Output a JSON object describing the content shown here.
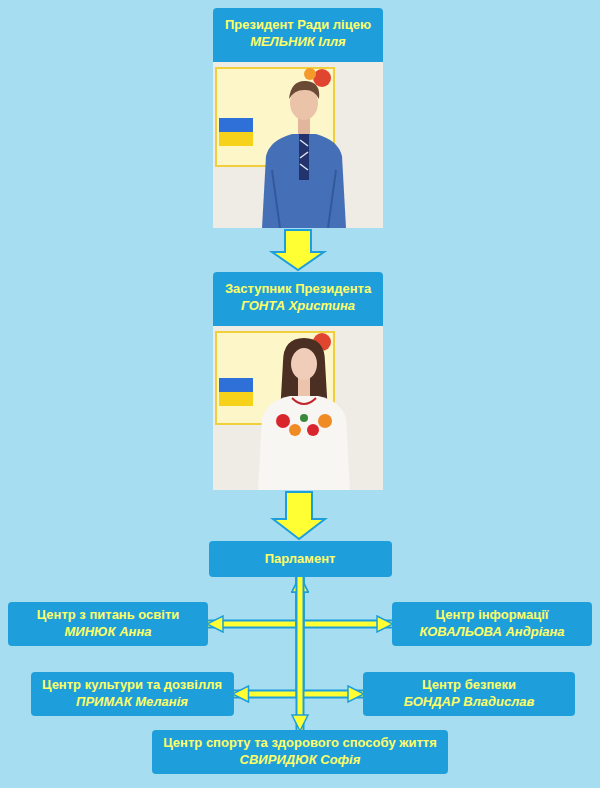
{
  "diagram": {
    "nodes": [
      {
        "text": [
          "Президент Ради ліцею",
          "МЕЛЬНИК Ілля"
        ]
      },
      {
        "text": [
          "Заступник Президента",
          "ГОНТА Христина"
        ]
      },
      {
        "text": [
          "Парламент"
        ]
      },
      {
        "text": [
          "Центр з питань освіти",
          "МИНЮК Анна"
        ]
      },
      {
        "text": [
          "Центр інформації",
          "КОВАЛЬОВА Андріана"
        ]
      },
      {
        "text": [
          "Центр культури та дозвілля",
          "ПРИМАК Меланія"
        ]
      },
      {
        "text": [
          "Центр безпеки",
          "БОНДАР Владислав"
        ]
      },
      {
        "text": [
          "Центр спорту та здорового способу життя",
          "СВИРИДЮК Софія"
        ]
      }
    ],
    "edges": [
      {
        "from": 0,
        "to": 1,
        "arrow": "to"
      },
      {
        "from": 1,
        "to": 2,
        "arrow": "to"
      },
      {
        "from": 2,
        "to": 3,
        "arrow": "both"
      },
      {
        "from": 2,
        "to": 4,
        "arrow": "both"
      },
      {
        "from": 2,
        "to": 5,
        "arrow": "both"
      },
      {
        "from": 2,
        "to": 6,
        "arrow": "both"
      },
      {
        "from": 2,
        "to": 7,
        "arrow": "to"
      }
    ]
  }
}
